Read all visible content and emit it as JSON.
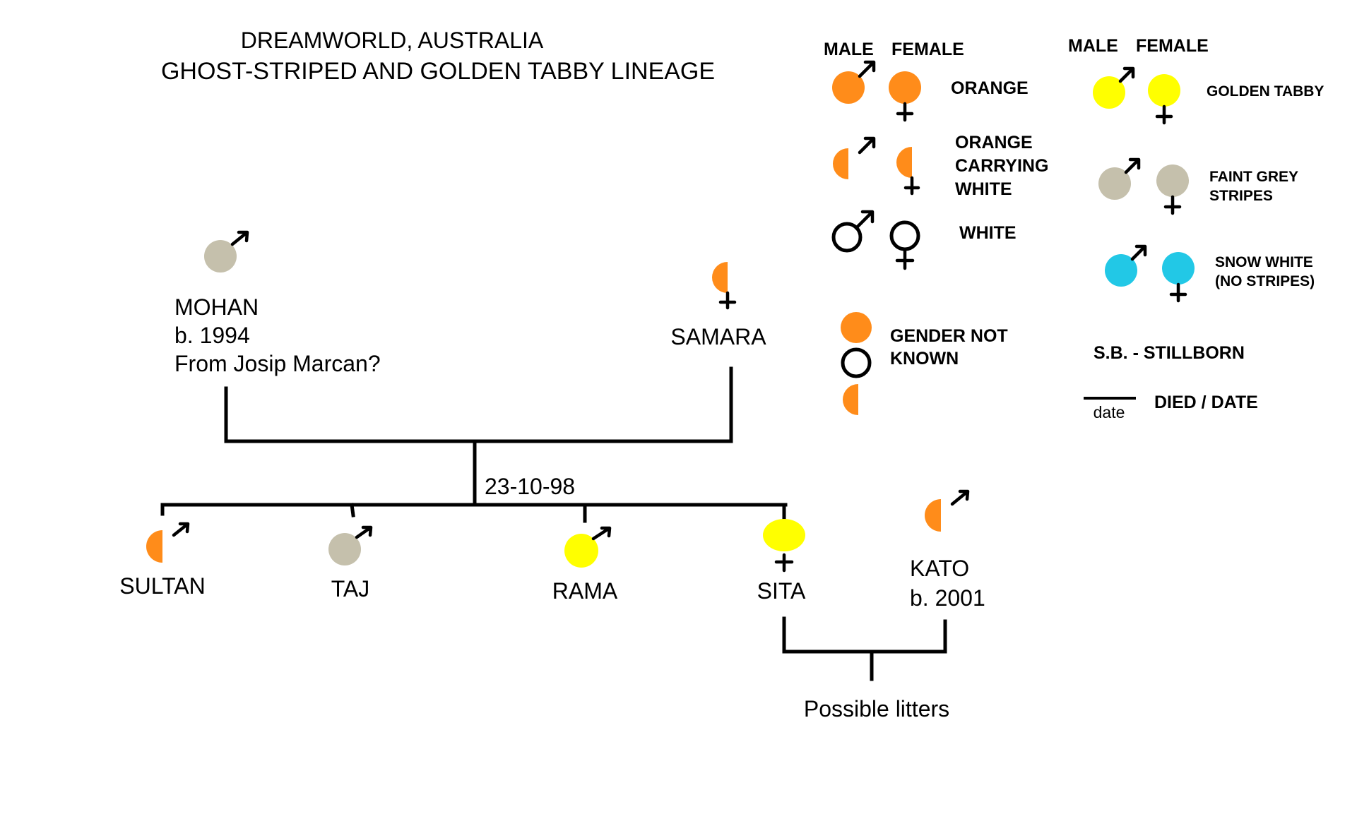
{
  "title": {
    "line1": "DREAMWORLD, AUSTRALIA",
    "line2": "GHOST-STRIPED AND GOLDEN TABBY LINEAGE"
  },
  "colors": {
    "orange": "#FF8C1A",
    "golden_tabby": "#FFFF00",
    "faint_grey": "#C5C0AC",
    "snow_white": "#22C8E6",
    "white": "#FFFFFF",
    "line": "#000000"
  },
  "legend": {
    "col1": {
      "header_male": "MALE",
      "header_female": "FEMALE",
      "orange": "ORANGE",
      "carrier_line1": "ORANGE",
      "carrier_line2": "CARRYING",
      "carrier_line3": "WHITE",
      "white": "WHITE",
      "gender_unknown_line1": "GENDER NOT",
      "gender_unknown_line2": "KNOWN"
    },
    "col2": {
      "header_male": "MALE",
      "header_female": "FEMALE",
      "golden_tabby": "GOLDEN TABBY",
      "faint_grey_line1": "FAINT GREY",
      "faint_grey_line2": "STRIPES",
      "snow_white_line1": "SNOW WHITE",
      "snow_white_line2": "(NO STRIPES)",
      "stillborn": "S.B.  - STILLBORN",
      "died_word": "date",
      "died": "DIED / DATE"
    }
  },
  "individuals": {
    "mohan": {
      "name": "MOHAN",
      "born": "b. 1994",
      "note": "From Josip Marcan?",
      "sex": "male",
      "type": "faint_grey"
    },
    "samara": {
      "name": "SAMARA",
      "sex": "female",
      "type": "orange_carrier"
    },
    "sultan": {
      "name": "SULTAN",
      "sex": "male",
      "type": "orange_carrier"
    },
    "taj": {
      "name": "TAJ",
      "sex": "male",
      "type": "faint_grey"
    },
    "rama": {
      "name": "RAMA",
      "sex": "male",
      "type": "golden_tabby"
    },
    "sita": {
      "name": "SITA",
      "sex": "female",
      "type": "golden_tabby"
    },
    "kato": {
      "name": "KATO",
      "born": "b. 2001",
      "sex": "male",
      "type": "orange_carrier"
    }
  },
  "litter_date": "23-10-98",
  "possible_litters": "Possible litters"
}
